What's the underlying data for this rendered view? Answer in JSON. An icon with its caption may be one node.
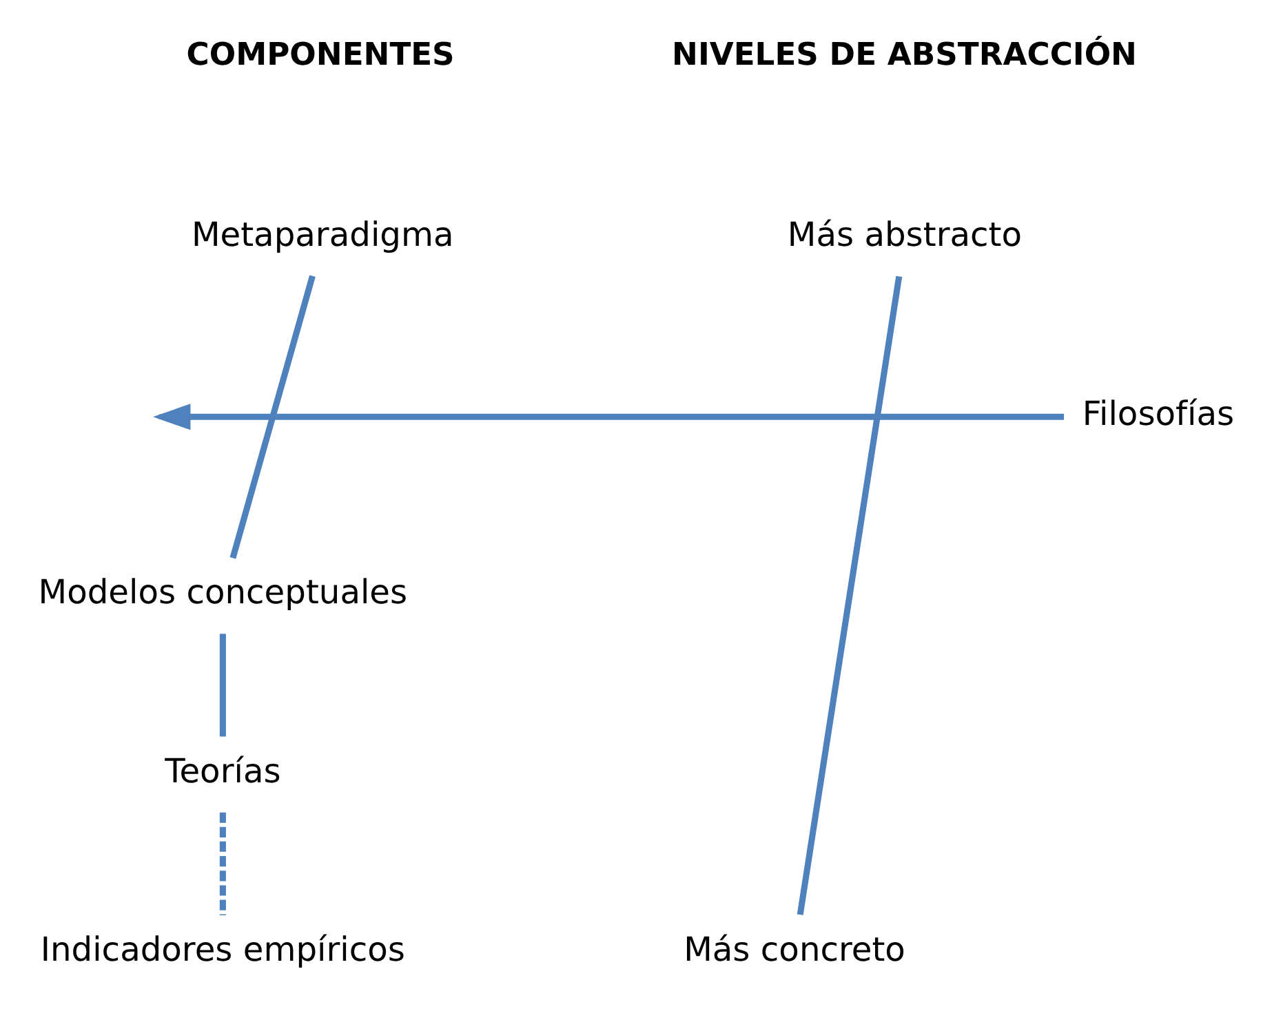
{
  "diagram": {
    "nodes": [
      {
        "text": [
          "Metaparadigma"
        ]
      },
      {
        "text": [
          "Modelos conceptuales"
        ]
      },
      {
        "text": [
          "Teorías"
        ]
      },
      {
        "text": [
          "Indicadores empíricos"
        ]
      },
      {
        "text": [
          "Filosofías"
        ]
      },
      {
        "text": [
          "Más abstracto"
        ]
      },
      {
        "text": [
          "Más concreto"
        ]
      }
    ],
    "edges": [
      {
        "from": 0,
        "to": 1,
        "arrow": "none"
      },
      {
        "from": 4,
        "to": null,
        "arrow": "to"
      },
      {
        "from": 1,
        "to": 2,
        "arrow": "none"
      },
      {
        "from": 2,
        "to": 3,
        "arrow": "none",
        "style": "dashed"
      },
      {
        "from": 5,
        "to": 6,
        "arrow": "none"
      }
    ],
    "labels": [
      "COMPONENTES",
      "NIVELES DE ABSTRACCIÓN"
    ]
  }
}
